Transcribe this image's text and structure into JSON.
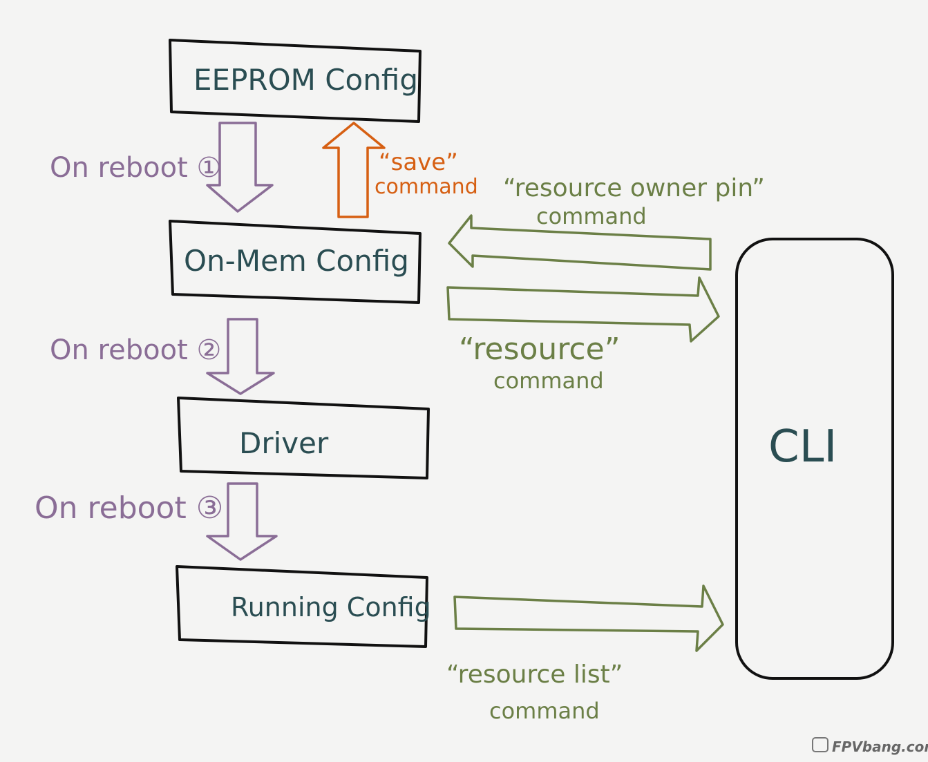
{
  "boxes": {
    "eeprom": "EEPROM Config",
    "onmem": "On-Mem Config",
    "driver": "Driver",
    "running": "Running Config",
    "cli": "CLI"
  },
  "reboot_labels": {
    "one": "On reboot ①",
    "two": "On reboot ②",
    "three": "On reboot ③"
  },
  "commands": {
    "save_line1": "“save”",
    "save_line2": "command",
    "resource_owner_pin_line1": "“resource owner pin”",
    "resource_owner_pin_line2": "command",
    "resource_line1": "“resource”",
    "resource_line2": "command",
    "resource_list_line1": "“resource list”",
    "resource_list_line2": "command"
  },
  "watermark": "FPVbang.com",
  "colors": {
    "box_stroke": "#111111",
    "box_text": "#2a4d52",
    "reboot_arrow": "#8a6d96",
    "save_arrow": "#d65f12",
    "cli_arrow": "#6b7f46"
  }
}
